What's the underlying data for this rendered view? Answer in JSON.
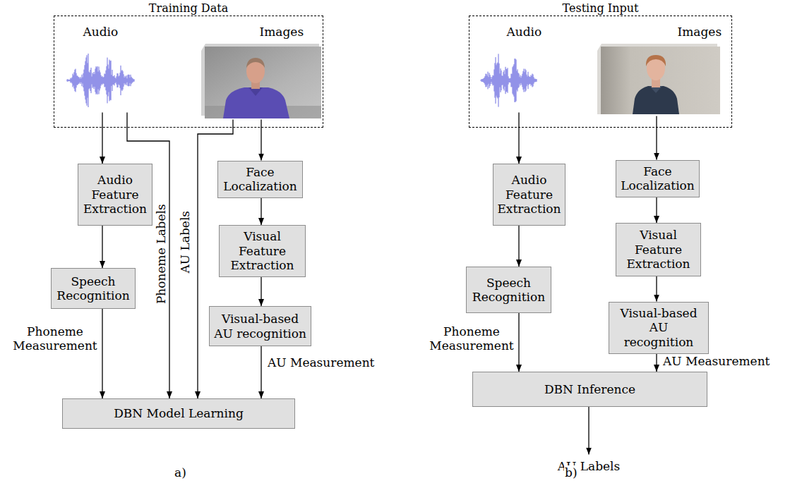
{
  "diagram": {
    "nodes": [
      {
        "text": [
          "Training Data"
        ]
      },
      {
        "text": [
          "Audio"
        ],
        "in": 0
      },
      {
        "text": [
          "Images"
        ],
        "in": 0
      },
      {
        "text": [
          "Audio Feature Extraction"
        ]
      },
      {
        "text": [
          "Speech Recognition"
        ]
      },
      {
        "text": [
          "Face Localization"
        ]
      },
      {
        "text": [
          "Visual Feature Extraction"
        ]
      },
      {
        "text": [
          "Visual-based AU recognition"
        ]
      },
      {
        "text": [
          "DBN Model Learning"
        ]
      },
      {
        "text": [
          "Testing Input"
        ]
      },
      {
        "text": [
          "Audio"
        ],
        "in": 9
      },
      {
        "text": [
          "Images"
        ],
        "in": 9
      },
      {
        "text": [
          "Audio Feature Extraction"
        ]
      },
      {
        "text": [
          "Speech Recognition"
        ]
      },
      {
        "text": [
          "Face Localization"
        ]
      },
      {
        "text": [
          "Visual Feature Extraction"
        ]
      },
      {
        "text": [
          "Visual-based AU recognition"
        ]
      },
      {
        "text": [
          "DBN Inference"
        ]
      },
      {
        "text": [
          "AU Labels"
        ]
      }
    ],
    "edges": [
      {
        "from": 1,
        "to": 3,
        "arrow": "to"
      },
      {
        "from": 3,
        "to": 4,
        "arrow": "to"
      },
      {
        "from": 4,
        "to": 8,
        "label": "Phoneme Measurement",
        "arrow": "to"
      },
      {
        "from": 1,
        "to": 8,
        "label": "Phoneme Labels",
        "arrow": "to"
      },
      {
        "from": 2,
        "to": 8,
        "label": "AU Labels",
        "arrow": "to"
      },
      {
        "from": 2,
        "to": 5,
        "arrow": "to"
      },
      {
        "from": 5,
        "to": 6,
        "arrow": "to"
      },
      {
        "from": 6,
        "to": 7,
        "arrow": "to"
      },
      {
        "from": 7,
        "to": 8,
        "label": "AU Measurement",
        "arrow": "to"
      },
      {
        "from": 10,
        "to": 12,
        "arrow": "to"
      },
      {
        "from": 12,
        "to": 13,
        "arrow": "to"
      },
      {
        "from": 13,
        "to": 17,
        "label": "Phoneme Measurement",
        "arrow": "to"
      },
      {
        "from": 11,
        "to": 14,
        "arrow": "to"
      },
      {
        "from": 14,
        "to": 15,
        "arrow": "to"
      },
      {
        "from": 15,
        "to": 16,
        "arrow": "to"
      },
      {
        "from": 16,
        "to": 17,
        "label": "AU Measurement",
        "arrow": "to"
      },
      {
        "from": 17,
        "to": 18,
        "arrow": "to"
      }
    ],
    "labels": [
      "a)",
      "b)"
    ]
  }
}
